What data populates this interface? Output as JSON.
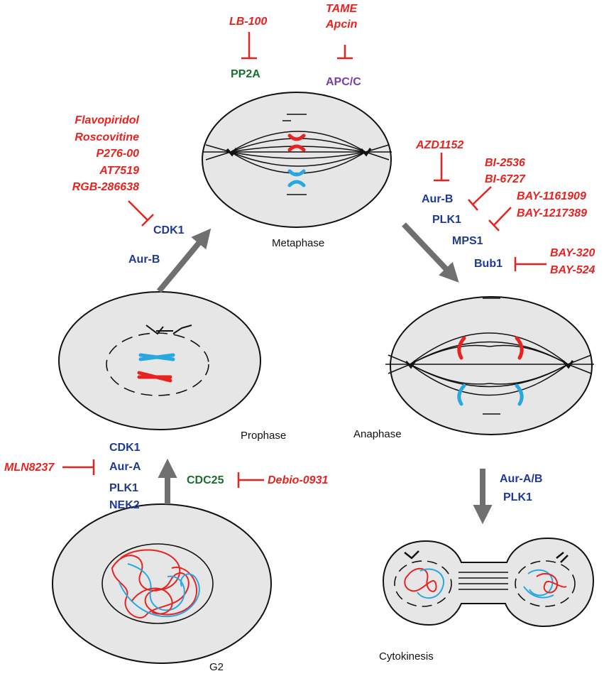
{
  "colors": {
    "inhibitor": "#e8231f",
    "kinase": "#1f3a93",
    "phosphatase": "#1a6e2e",
    "apc": "#7a3ea8",
    "cell_fill": "#e6e6e6",
    "chromosome_red": "#e8231f",
    "chromosome_blue": "#29a8e0",
    "arrow": "#6f6f6f"
  },
  "stages": {
    "metaphase": "Metaphase",
    "anaphase": "Anaphase",
    "prophase": "Prophase",
    "g2": "G2",
    "cytokinesis": "Cytokinesis"
  },
  "top": {
    "lb100": "LB-100",
    "pp2a": "PP2A",
    "tame": "TAME",
    "apcin": "Apcin",
    "apcc": "APC/C"
  },
  "left_upper": {
    "drugs": [
      "Flavopiridol",
      "Roscovitine",
      "P276-00",
      "AT7519",
      "RGB-286638"
    ],
    "cdk1": "CDK1",
    "aurb": "Aur-B"
  },
  "right_upper": {
    "azd": "AZD1152",
    "aurb": "Aur-B",
    "bi2536": "BI-2536",
    "bi6727": "BI-6727",
    "plk1": "PLK1",
    "bay1161909": "BAY-1161909",
    "bay1217389": "BAY-1217389",
    "mps1": "MPS1",
    "bub1": "Bub1",
    "bay320": "BAY-320",
    "bay524": "BAY-524"
  },
  "left_lower": {
    "mln": "MLN8237",
    "cdk1": "CDK1",
    "aura": "Aur-A",
    "plk1": "PLK1",
    "nek2": "NEK2",
    "cdc25": "CDC25",
    "debio": "Debio-0931"
  },
  "right_lower": {
    "auraB": "Aur-A/B",
    "plk1": "PLK1"
  }
}
